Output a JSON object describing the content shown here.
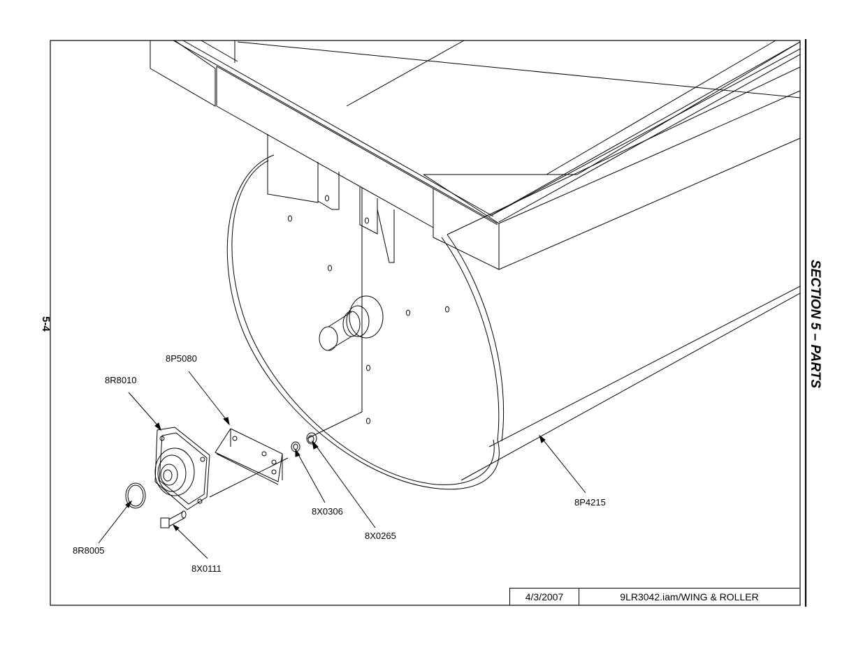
{
  "page": {
    "section_title": "SECTION 5 – PARTS",
    "page_number": "5-4"
  },
  "title_block": {
    "date": "4/3/2007",
    "file_title": "9LR3042.iam/WING & ROLLER"
  },
  "callouts": {
    "p8P5080": "8P5080",
    "p8R8010": "8R8010",
    "p8X0306": "8X0306",
    "p8X0265": "8X0265",
    "p8P4215": "8P4215",
    "p8R8005": "8R8005",
    "p8X0111": "8X0111"
  }
}
